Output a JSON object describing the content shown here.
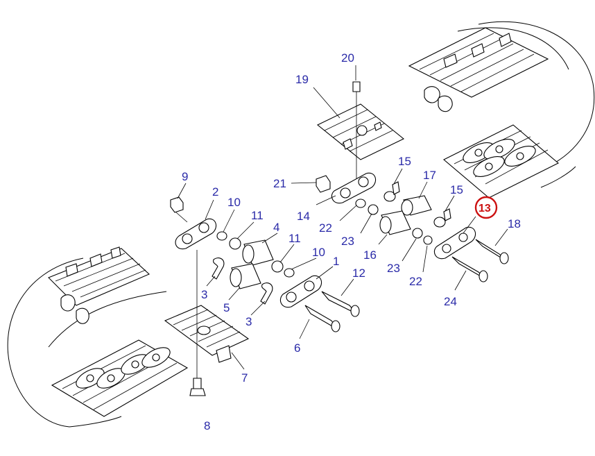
{
  "diagram": {
    "highlight_color": "#cc1111",
    "callout_color": "#2a2aa8",
    "callouts": [
      {
        "id": "c1",
        "label": "1"
      },
      {
        "id": "c2",
        "label": "2"
      },
      {
        "id": "c3a",
        "label": "3"
      },
      {
        "id": "c3b",
        "label": "3"
      },
      {
        "id": "c4",
        "label": "4"
      },
      {
        "id": "c5",
        "label": "5"
      },
      {
        "id": "c6",
        "label": "6"
      },
      {
        "id": "c7",
        "label": "7"
      },
      {
        "id": "c8",
        "label": "8"
      },
      {
        "id": "c9",
        "label": "9"
      },
      {
        "id": "c10a",
        "label": "10"
      },
      {
        "id": "c10b",
        "label": "10"
      },
      {
        "id": "c11a",
        "label": "11"
      },
      {
        "id": "c11b",
        "label": "11"
      },
      {
        "id": "c12",
        "label": "12"
      },
      {
        "id": "c13",
        "label": "13"
      },
      {
        "id": "c14",
        "label": "14"
      },
      {
        "id": "c15a",
        "label": "15"
      },
      {
        "id": "c15b",
        "label": "15"
      },
      {
        "id": "c16",
        "label": "16"
      },
      {
        "id": "c17",
        "label": "17"
      },
      {
        "id": "c18",
        "label": "18"
      },
      {
        "id": "c19",
        "label": "19"
      },
      {
        "id": "c20",
        "label": "20"
      },
      {
        "id": "c21",
        "label": "21"
      },
      {
        "id": "c22a",
        "label": "22"
      },
      {
        "id": "c22b",
        "label": "22"
      },
      {
        "id": "c23a",
        "label": "23"
      },
      {
        "id": "c23b",
        "label": "23"
      },
      {
        "id": "c24",
        "label": "24"
      }
    ]
  }
}
